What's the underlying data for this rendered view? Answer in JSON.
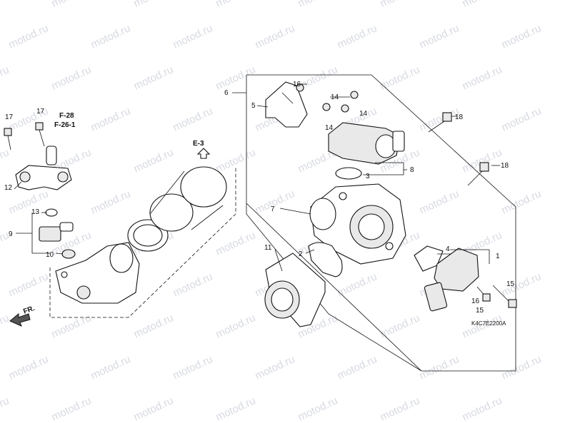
{
  "watermark": "motod.ru",
  "diagram_code": "K4C7E2200A",
  "front_label": "FR.",
  "refs": {
    "f28": "F-28",
    "f261": "F-26-1",
    "e3": "E-3"
  },
  "callouts": {
    "c1": "1",
    "c2": "2",
    "c3": "3",
    "c4": "4",
    "c5": "5",
    "c6": "6",
    "c7": "7",
    "c8": "8",
    "c9": "9",
    "c10": "10",
    "c11": "11",
    "c12": "12",
    "c13": "13",
    "c14a": "14",
    "c14b": "14",
    "c14c": "14",
    "c15a": "15",
    "c15b": "15",
    "c16a": "16",
    "c16b": "16",
    "c17a": "17",
    "c17b": "17",
    "c18a": "18",
    "c18b": "18"
  }
}
